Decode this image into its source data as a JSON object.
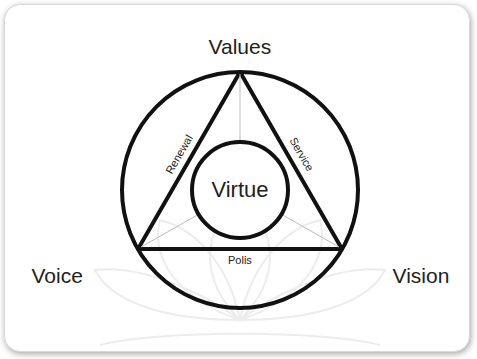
{
  "diagram": {
    "nodes": [
      {
        "text": [
          "Virtue"
        ]
      }
    ],
    "labels": [
      "Values",
      "Voice",
      "Vision",
      "Renewal",
      "Service",
      "Polis"
    ]
  }
}
